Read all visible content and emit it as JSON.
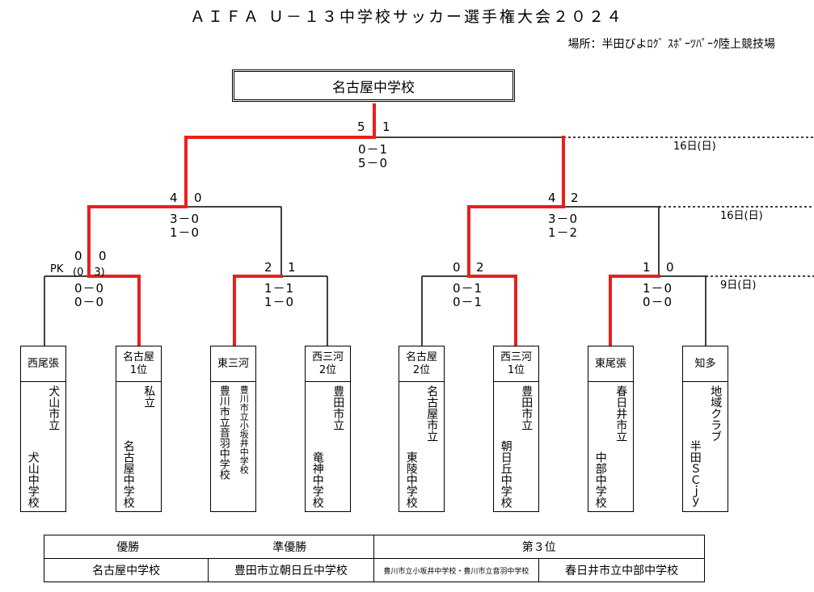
{
  "title": "ＡＩＦＡ Ｕ－１３中学校サッカー選手権大会２０２４",
  "venue": "場所：半田びよﾛｸﾞ ｽﾎﾟｰﾂﾊﾟｰｸ陸上競技場",
  "champion_box": "名古屋中学校",
  "final": {
    "score_left": "5",
    "score_right": "1",
    "half1": "0－1",
    "half2": "5－0",
    "date": "16日(日)"
  },
  "semi_left": {
    "score_left": "4",
    "score_right": "0",
    "half1": "3－0",
    "half2": "1－0"
  },
  "semi_right": {
    "score_left": "4",
    "score_right": "2",
    "half1": "3－0",
    "half2": "1－2",
    "date": "16日(日)"
  },
  "qf": [
    {
      "score_left": "0",
      "score_right": "0",
      "pk_label": "PK",
      "pk": "(0　3)",
      "half1": "0－0",
      "half2": "0－0"
    },
    {
      "score_left": "2",
      "score_right": "1",
      "half1": "1－1",
      "half2": "1－0"
    },
    {
      "score_left": "0",
      "score_right": "2",
      "half1": "0－1",
      "half2": "0－1"
    },
    {
      "score_left": "1",
      "score_right": "0",
      "half1": "1－0",
      "half2": "0－0",
      "date": "9日(日)"
    }
  ],
  "teams": [
    {
      "region": [
        "西尾張"
      ],
      "cols": [
        "犬山市立",
        "犬山中学校"
      ]
    },
    {
      "region": [
        "名古屋",
        "1位"
      ],
      "cols": [
        "私立",
        "名古屋中学校"
      ]
    },
    {
      "region": [
        "東三河"
      ],
      "cols": [
        "豊川市立音羽中学校",
        "豊川市立小坂井中学校"
      ]
    },
    {
      "region": [
        "西三河",
        "2位"
      ],
      "cols": [
        "豊田市立",
        "竜神中学校"
      ]
    },
    {
      "region": [
        "名古屋",
        "2位"
      ],
      "cols": [
        "名古屋市立",
        "東陵中学校"
      ]
    },
    {
      "region": [
        "西三河",
        "1位"
      ],
      "cols": [
        "豊田市立",
        "朝日丘中学校"
      ]
    },
    {
      "region": [
        "東尾張"
      ],
      "cols": [
        "春日井市立",
        "中部中学校"
      ]
    },
    {
      "region": [
        "知多"
      ],
      "cols": [
        "地域クラブ",
        "半田ＳＣｊｙ"
      ]
    }
  ],
  "results": {
    "winner_label": "優勝",
    "runner_label": "準優勝",
    "third_label": "第３位",
    "winner": "名古屋中学校",
    "runner": "豊田市立朝日丘中学校",
    "third_a": "豊川市立小坂井中学校・豊川市立音羽中学校",
    "third_b": "春日井市立中部中学校"
  },
  "colors": {
    "winner_line": "#e8201c",
    "line": "#000000"
  }
}
